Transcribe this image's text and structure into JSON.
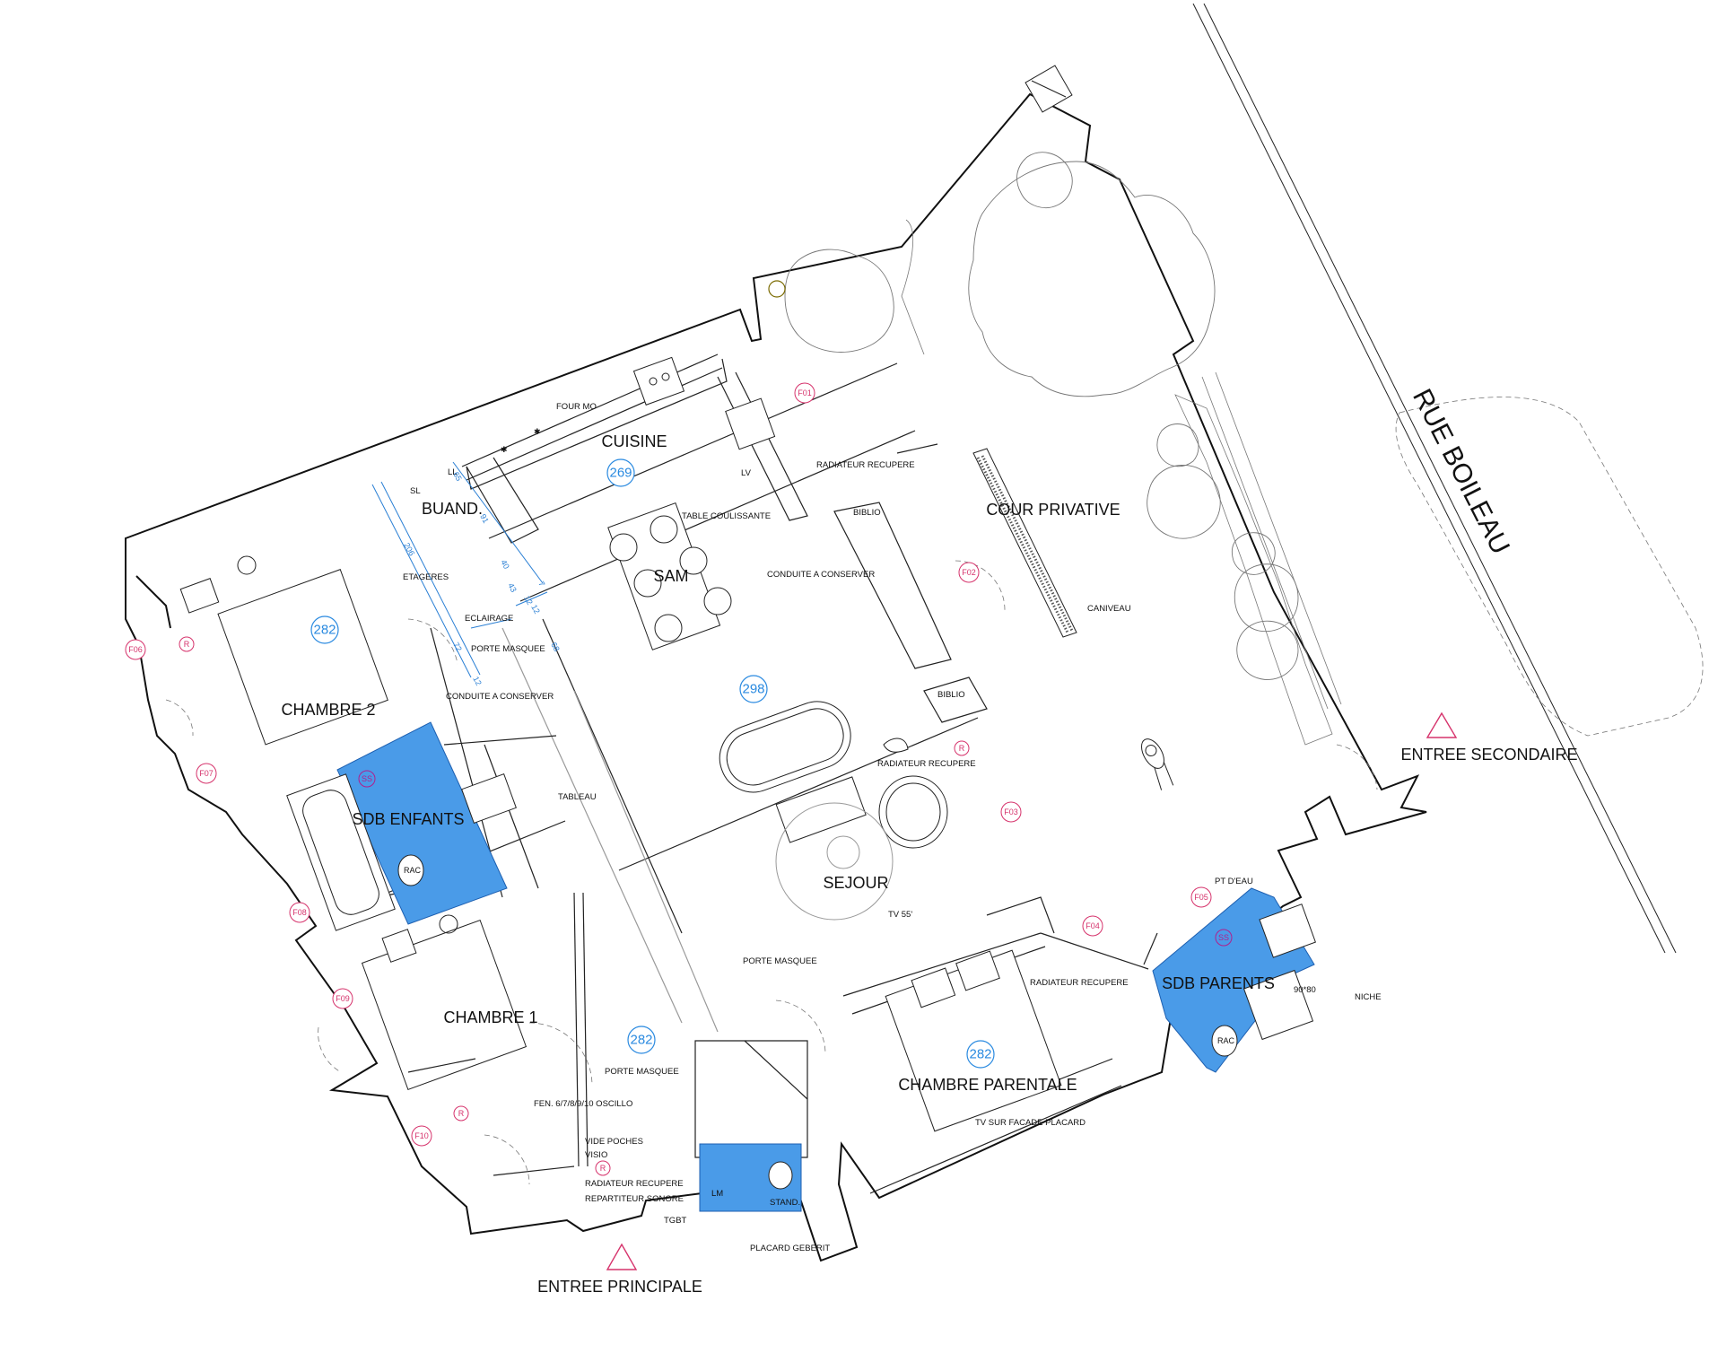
{
  "street": "RUE BOILEAU",
  "entrances": {
    "main": "ENTREE PRINCIPALE",
    "secondary": "ENTREE SECONDAIRE"
  },
  "rooms": {
    "cuisine": "CUISINE",
    "sam": "SAM",
    "buanderie": "BUAND.",
    "chambre2": "CHAMBRE 2",
    "sdb_enfants": "SDB ENFANTS",
    "chambre1": "CHAMBRE 1",
    "sejour": "SEJOUR",
    "cour": "COUR PRIVATIVE",
    "sdb_parents": "SDB PARENTS",
    "chambre_parentale": "CHAMBRE PARENTALE"
  },
  "ceiling_heights": {
    "cuisine": "269",
    "chambre2": "282",
    "sejour": "298",
    "entree": "282",
    "chambre_parentale": "282"
  },
  "windows": [
    "F01",
    "F02",
    "F03",
    "F04",
    "F05",
    "F06",
    "F07",
    "F08",
    "F09",
    "F10"
  ],
  "markers": {
    "radiator": "R",
    "ss": "SS",
    "rac": "RAC"
  },
  "annotations": {
    "four_mo": "FOUR MO",
    "lv": "LV",
    "sl": "SL",
    "ll": "LL",
    "radiateur_recupere": "RADIATEUR RECUPERE",
    "biblio": "BIBLIO",
    "table_coulissante": "TABLE COULISSANTE",
    "conduite_a_conserver": "CONDUITE A CONSERVER",
    "etageres": "ETAGERES",
    "eclairage": "ECLAIRAGE",
    "porte_masquee": "PORTE MASQUEE",
    "caniveau": "CANIVEAU",
    "tableau": "TABLEAU",
    "pt_deau": "PT D'EAU",
    "niche": "NICHE",
    "size_90_80": "90*80",
    "tv55": "TV 55'",
    "fenetres": "FEN. 6/7/8/9/10 OSCILLO",
    "vide_poches": "VIDE POCHES",
    "visio": "VISIO",
    "repartiteur": "REPARTITEUR SONORE",
    "tgbt": "TGBT",
    "lm": "LM",
    "stand": "STAND.",
    "placard_geberit": "PLACARD GEBERIT",
    "tv_placard": "TV SUR FACADE PLACARD"
  },
  "dimensions": [
    "65",
    "91",
    "206",
    "40",
    "43",
    "12",
    "12",
    "7",
    "72",
    "68",
    "12"
  ],
  "colors": {
    "wet_room_fill": "#4a9be8",
    "ceiling_marker": "#2a8ae0",
    "window_marker": "#d6336c",
    "ss_marker": "#b0208e"
  }
}
